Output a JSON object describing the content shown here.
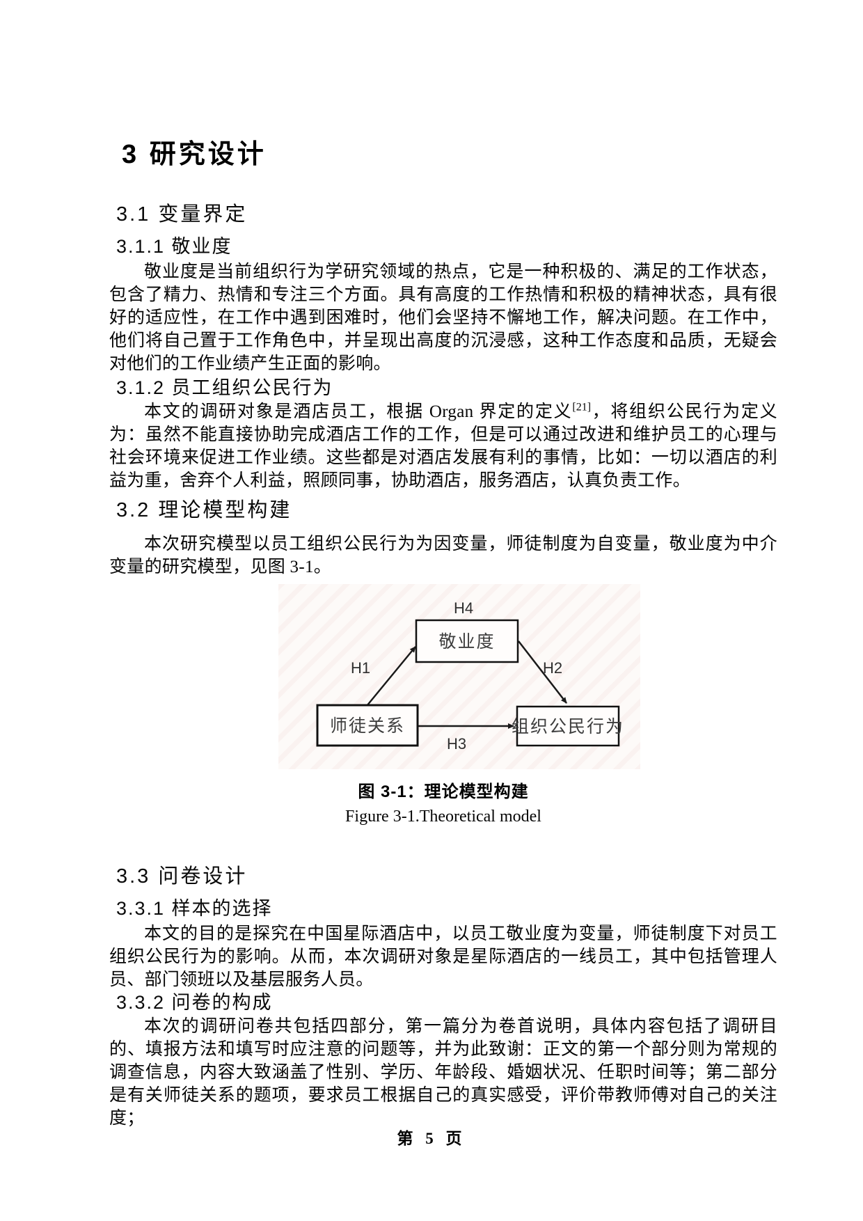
{
  "page": {
    "chapter_title": "3 研究设计",
    "footer": "第 5 页"
  },
  "sections": {
    "s31": {
      "heading": "3.1 变量界定"
    },
    "s311": {
      "heading": "3.1.1 敬业度",
      "body": "敬业度是当前组织行为学研究领域的热点，它是一种积极的、满足的工作状态，包含了精力、热情和专注三个方面。具有高度的工作热情和积极的精神状态，具有很好的适应性，在工作中遇到困难时，他们会坚持不懈地工作，解决问题。在工作中，他们将自己置于工作角色中，并呈现出高度的沉浸感，这种工作态度和品质，无疑会对他们的工作业绩产生正面的影响。"
    },
    "s312": {
      "heading": "3.1.2 员工组织公民行为",
      "body_pre": "本文的调研对象是酒店员工，根据 Organ 界定的定义",
      "citation": "[21]",
      "body_post": "，将组织公民行为定义为：虽然不能直接协助完成酒店工作的工作，但是可以通过改进和维护员工的心理与社会环境来促进工作业绩。这些都是对酒店发展有利的事情，比如：一切以酒店的利益为重，舍弃个人利益，照顾同事，协助酒店，服务酒店，认真负责工作。"
    },
    "s32": {
      "heading": "3.2 理论模型构建",
      "body": "本次研究模型以员工组织公民行为为因变量，师徒制度为自变量，敬业度为中介变量的研究模型，见图 3-1。"
    },
    "s33": {
      "heading": "3.3 问卷设计"
    },
    "s331": {
      "heading": "3.3.1 样本的选择",
      "body": "本文的目的是探究在中国星际酒店中，以员工敬业度为变量，师徒制度下对员工组织公民行为的影响。从而，本次调研对象是星际酒店的一线员工，其中包括管理人员、部门领班以及基层服务人员。"
    },
    "s332": {
      "heading": "3.3.2 问卷的构成",
      "body": "本次的调研问卷共包括四部分，第一篇分为卷首说明，具体内容包括了调研目的、填报方法和填写时应注意的问题等，并为此致谢：正文的第一个部分则为常规的调查信息，内容大致涵盖了性别、学历、年龄段、婚姻状况、任职时间等；第二部分是有关师徒关系的题项，要求员工根据自己的真实感受，评价带教师傅对自己的关注度；"
    }
  },
  "figure": {
    "caption_zh": "图 3-1：理论模型构建",
    "caption_en": "Figure 3-1.Theoretical model",
    "diagram": {
      "type": "path-model",
      "nodes": [
        {
          "id": "engagement",
          "label": "敬业度",
          "role": "mediator"
        },
        {
          "id": "mentorship",
          "label": "师徒关系",
          "role": "independent"
        },
        {
          "id": "ocb",
          "label": "组织公民行为",
          "role": "dependent"
        }
      ],
      "edges": [
        {
          "from": "mentorship",
          "to": "engagement",
          "label": "H1"
        },
        {
          "from": "engagement",
          "to": "ocb",
          "label": "H2"
        },
        {
          "from": "mentorship",
          "to": "ocb",
          "label": "H3"
        },
        {
          "from": "mentorship",
          "to": "ocb",
          "via": "engagement",
          "label": "H4"
        }
      ]
    }
  }
}
